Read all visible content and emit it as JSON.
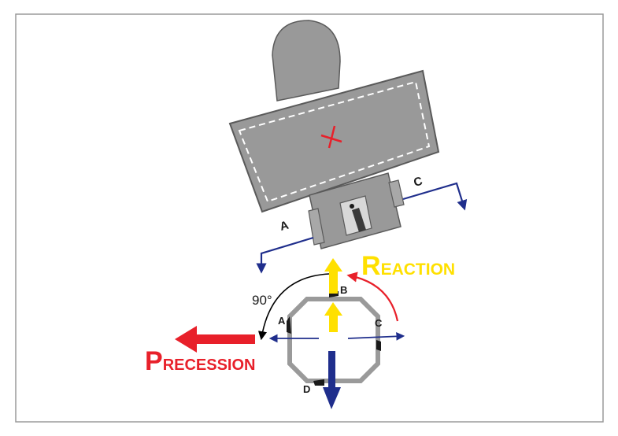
{
  "labels": {
    "point_a_top": "A",
    "point_c_top": "C",
    "point_a_ring": "A",
    "point_b_ring": "B",
    "point_c_ring": "C",
    "point_d_ring": "D",
    "angle": "90°",
    "reaction_initial": "R",
    "reaction_rest": "EACTION",
    "precession_initial": "P",
    "precession_rest": "RECESSION"
  },
  "colors": {
    "frame_border": "#9a9a9a",
    "body_gray": "#999999",
    "body_dark": "#5a5a5a",
    "center_mark": "#e8202a",
    "axis_blue": "#1f2e8c",
    "reaction_yellow": "#ffe000",
    "precession_red": "#e8202a",
    "ring_gray": "#9a9a9a",
    "angle_arc": "#000000"
  },
  "icons": {
    "center_mark": "cross-icon",
    "reaction": "arrow-up-icon",
    "precession": "arrow-left-icon",
    "rotation": "curved-arrow-icon"
  }
}
